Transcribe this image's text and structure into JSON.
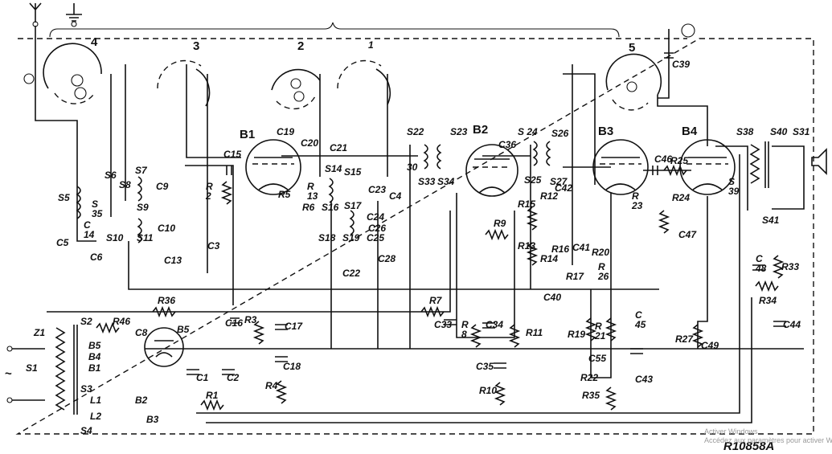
{
  "drawing_ref": "R10858A",
  "watermark": {
    "line1": "Activer Windows",
    "line2": "Accédez aux paramètres pour activer Windows."
  },
  "mains_symbol": "~",
  "switch_bank_numbers": [
    "4",
    "3",
    "2",
    "1",
    "5"
  ],
  "tubes": [
    "B1",
    "B2",
    "B3",
    "B4",
    "B5"
  ],
  "components": [
    {
      "id": "c5",
      "text": "C5"
    },
    {
      "id": "s5",
      "text": "S5"
    },
    {
      "id": "s6",
      "text": "S6"
    },
    {
      "id": "s8",
      "text": "S8"
    },
    {
      "id": "s10",
      "text": "S10"
    },
    {
      "id": "c14",
      "text": "C\n14"
    },
    {
      "id": "s35",
      "text": "S\n35"
    },
    {
      "id": "c6",
      "text": "C6"
    },
    {
      "id": "s7",
      "text": "S7"
    },
    {
      "id": "c9",
      "text": "C9"
    },
    {
      "id": "s9",
      "text": "S9"
    },
    {
      "id": "c10",
      "text": "C10"
    },
    {
      "id": "s11",
      "text": "S11"
    },
    {
      "id": "c13",
      "text": "C13"
    },
    {
      "id": "c3",
      "text": "C3"
    },
    {
      "id": "c15",
      "text": "C15"
    },
    {
      "id": "r2",
      "text": "R\n2"
    },
    {
      "id": "c19",
      "text": "C19"
    },
    {
      "id": "c20",
      "text": "C20"
    },
    {
      "id": "r5",
      "text": "R5"
    },
    {
      "id": "c21",
      "text": "C21"
    },
    {
      "id": "s14",
      "text": "S14"
    },
    {
      "id": "s15",
      "text": "S15"
    },
    {
      "id": "c23",
      "text": "C23"
    },
    {
      "id": "r13a",
      "text": "R\n13"
    },
    {
      "id": "r6",
      "text": "R6"
    },
    {
      "id": "s16",
      "text": "S16"
    },
    {
      "id": "s17",
      "text": "S17"
    },
    {
      "id": "c24",
      "text": "C24"
    },
    {
      "id": "c26",
      "text": "C26"
    },
    {
      "id": "c25",
      "text": "C25"
    },
    {
      "id": "s18",
      "text": "S18"
    },
    {
      "id": "s19",
      "text": "S19"
    },
    {
      "id": "c28",
      "text": "C28"
    },
    {
      "id": "c22",
      "text": "C22"
    },
    {
      "id": "c4",
      "text": "C4"
    },
    {
      "id": "s22",
      "text": "S22"
    },
    {
      "id": "s23",
      "text": "S23"
    },
    {
      "id": "c30",
      "text": "30"
    },
    {
      "id": "s33",
      "text": "S33"
    },
    {
      "id": "s34",
      "text": "S34"
    },
    {
      "id": "s24",
      "text": "S 24"
    },
    {
      "id": "c36",
      "text": "C36"
    },
    {
      "id": "s26",
      "text": "S26"
    },
    {
      "id": "s25",
      "text": "S25"
    },
    {
      "id": "s27",
      "text": "S27"
    },
    {
      "id": "r15",
      "text": "R15"
    },
    {
      "id": "r12",
      "text": "R12"
    },
    {
      "id": "r9",
      "text": "R9"
    },
    {
      "id": "r13",
      "text": "R13"
    },
    {
      "id": "r14",
      "text": "R14"
    },
    {
      "id": "r16",
      "text": "R16"
    },
    {
      "id": "c41",
      "text": "C41"
    },
    {
      "id": "r20",
      "text": "R20"
    },
    {
      "id": "r17",
      "text": "R17"
    },
    {
      "id": "r26",
      "text": "R\n26"
    },
    {
      "id": "c40",
      "text": "C40"
    },
    {
      "id": "c42",
      "text": "C42"
    },
    {
      "id": "c46",
      "text": "C46"
    },
    {
      "id": "r25",
      "text": "R25"
    },
    {
      "id": "r23",
      "text": "R\n23"
    },
    {
      "id": "r24",
      "text": "R24"
    },
    {
      "id": "c47",
      "text": "C47"
    },
    {
      "id": "c39",
      "text": "C39"
    },
    {
      "id": "s38",
      "text": "S38"
    },
    {
      "id": "s40",
      "text": "S40"
    },
    {
      "id": "s31",
      "text": "S31"
    },
    {
      "id": "s39",
      "text": "S\n39"
    },
    {
      "id": "s41",
      "text": "S41"
    },
    {
      "id": "c48",
      "text": "C\n48"
    },
    {
      "id": "r33",
      "text": "R33"
    },
    {
      "id": "r34",
      "text": "R34"
    },
    {
      "id": "c44",
      "text": "C44"
    },
    {
      "id": "r36",
      "text": "R36"
    },
    {
      "id": "r7",
      "text": "R7"
    },
    {
      "id": "c33",
      "text": "C33"
    },
    {
      "id": "r8",
      "text": "R\n8"
    },
    {
      "id": "c34",
      "text": "C34"
    },
    {
      "id": "r11",
      "text": "R11"
    },
    {
      "id": "c35",
      "text": "C35"
    },
    {
      "id": "r10",
      "text": "R10"
    },
    {
      "id": "r19",
      "text": "R19"
    },
    {
      "id": "r21",
      "text": "R\n21"
    },
    {
      "id": "c45",
      "text": "C\n45"
    },
    {
      "id": "c55",
      "text": "C55"
    },
    {
      "id": "r22",
      "text": "R22"
    },
    {
      "id": "c43",
      "text": "C43"
    },
    {
      "id": "r35",
      "text": "R35"
    },
    {
      "id": "r27",
      "text": "R27"
    },
    {
      "id": "c49",
      "text": "C49"
    },
    {
      "id": "c16",
      "text": "C16"
    },
    {
      "id": "r3",
      "text": "R3"
    },
    {
      "id": "c17",
      "text": "C17"
    },
    {
      "id": "c18",
      "text": "C18"
    },
    {
      "id": "r4",
      "text": "R4"
    },
    {
      "id": "c1",
      "text": "C1"
    },
    {
      "id": "c2",
      "text": "C2"
    },
    {
      "id": "r1",
      "text": "R1"
    },
    {
      "id": "z1",
      "text": "Z1"
    },
    {
      "id": "s1",
      "text": "S1"
    },
    {
      "id": "s2",
      "text": "S2"
    },
    {
      "id": "r46",
      "text": "R46"
    },
    {
      "id": "c8",
      "text": "C8"
    },
    {
      "id": "b5t",
      "text": "B5"
    },
    {
      "id": "b4t",
      "text": "B4"
    },
    {
      "id": "b1t",
      "text": "B1"
    },
    {
      "id": "s3",
      "text": "S3"
    },
    {
      "id": "l1",
      "text": "L1"
    },
    {
      "id": "l2",
      "text": "L2"
    },
    {
      "id": "s4",
      "text": "S4"
    },
    {
      "id": "b2t",
      "text": "B2"
    },
    {
      "id": "b3t",
      "text": "B3"
    }
  ]
}
